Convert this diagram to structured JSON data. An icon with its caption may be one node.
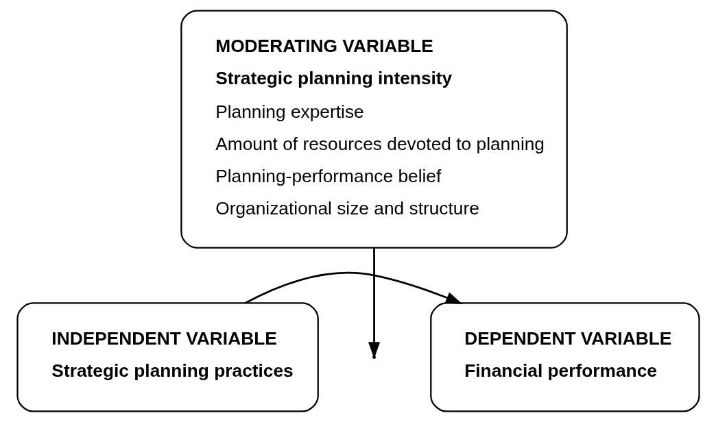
{
  "diagram": {
    "nodes": [
      {
        "text": [
          "INDEPENDENT VARIABLE",
          "Strategic planning practices"
        ]
      },
      {
        "text": [
          "DEPENDENT VARIABLE",
          "Financial performance"
        ]
      },
      {
        "text": [
          "MODERATING VARIABLE",
          "Strategic planning intensity",
          "Planning expertise",
          "Amount of resources devoted to planning",
          "Planning-performance belief",
          "Organizational size and structure"
        ]
      }
    ],
    "edges": [
      {
        "from": 0,
        "to": 1,
        "arrow": "to"
      },
      {
        "from": 2,
        "to": null,
        "arrow": "to"
      }
    ]
  }
}
